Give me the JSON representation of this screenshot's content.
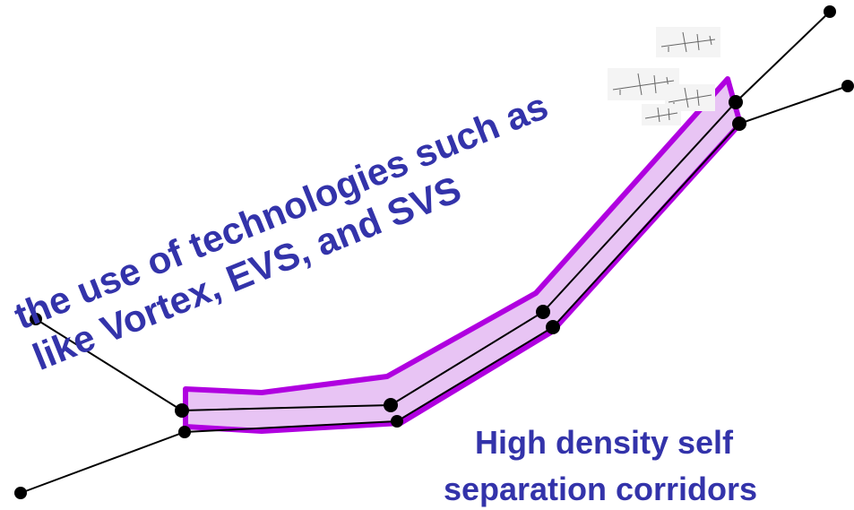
{
  "curved_caption": {
    "line1": "the use of technologies such as",
    "line2": "like Vortex, EVS, and SVS"
  },
  "corridor_caption": {
    "line1": "High density self",
    "line2": "separation corridors"
  },
  "colors": {
    "corridor_fill": "#e8c4f4",
    "corridor_stroke": "#b000e0",
    "track": "#000000",
    "text": "#3333aa"
  },
  "icons": [
    "aircraft-icon",
    "aircraft-icon",
    "aircraft-icon",
    "aircraft-icon"
  ]
}
